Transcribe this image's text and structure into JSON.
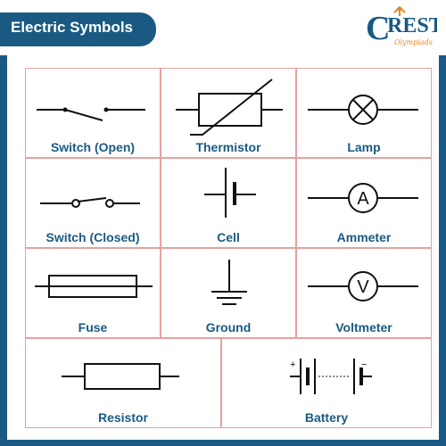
{
  "header": {
    "title": "Electric Symbols",
    "logo_text": "REST",
    "logo_initial": "C",
    "logo_sub": "Olympiads"
  },
  "symbols": [
    {
      "label": "Switch (Open)"
    },
    {
      "label": "Thermistor"
    },
    {
      "label": "Lamp"
    },
    {
      "label": "Switch (Closed)"
    },
    {
      "label": "Cell"
    },
    {
      "label": "Ammeter",
      "glyph": "A"
    },
    {
      "label": "Fuse"
    },
    {
      "label": "Ground"
    },
    {
      "label": "Voltmeter",
      "glyph": "V"
    },
    {
      "label": "Resistor"
    },
    {
      "label": "Battery",
      "plus": "+",
      "minus": "−"
    }
  ],
  "colors": {
    "border_blue": "#1a5a82",
    "label_blue": "#1a5a82",
    "grid_line": "#e8a0a0",
    "logo_orange": "#e8892b"
  }
}
